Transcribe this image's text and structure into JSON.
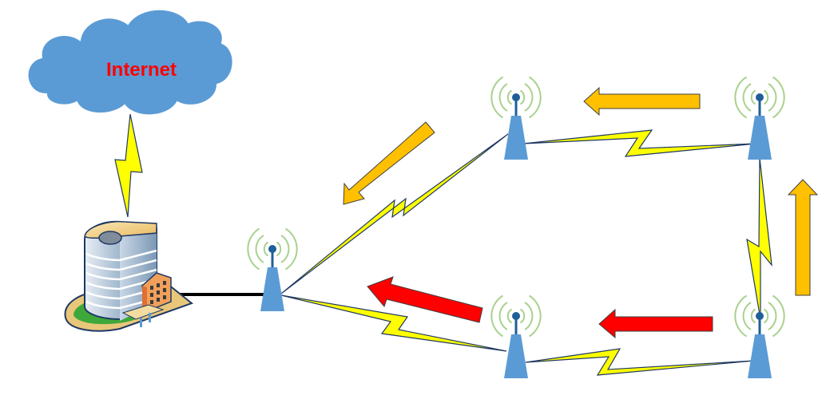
{
  "diagram": {
    "cloud": {
      "label": "Internet",
      "fill": "#5b9bd5",
      "text_color": "#ff0000"
    },
    "nodes": [
      {
        "id": "gateway",
        "kind": "tower"
      },
      {
        "id": "top-middle",
        "kind": "tower"
      },
      {
        "id": "top-right",
        "kind": "tower"
      },
      {
        "id": "bottom-middle",
        "kind": "tower"
      },
      {
        "id": "bottom-right",
        "kind": "tower"
      }
    ],
    "building": {
      "kind": "office-building"
    },
    "links": [
      {
        "from": "cloud",
        "to": "building",
        "type": "wireless"
      },
      {
        "from": "building",
        "to": "gateway",
        "type": "wired"
      },
      {
        "from": "gateway",
        "to": "top-middle",
        "type": "wireless"
      },
      {
        "from": "top-middle",
        "to": "top-right",
        "type": "wireless"
      },
      {
        "from": "top-right",
        "to": "bottom-right",
        "type": "wireless"
      },
      {
        "from": "gateway",
        "to": "bottom-middle",
        "type": "wireless"
      },
      {
        "from": "bottom-middle",
        "to": "bottom-right",
        "type": "wireless"
      }
    ],
    "flow_arrows": [
      {
        "path": "upper",
        "color": "#ffc000",
        "direction": "up"
      },
      {
        "path": "upper",
        "color": "#ffc000",
        "direction": "left"
      },
      {
        "path": "upper",
        "color": "#ffc000",
        "direction": "down-left"
      },
      {
        "path": "lower",
        "color": "#ff0000",
        "direction": "left"
      },
      {
        "path": "lower",
        "color": "#ff0000",
        "direction": "up-left"
      }
    ],
    "colors": {
      "tower": "#5b9bd5",
      "tower_head": "#1f5f99",
      "waves": "#a9d18e",
      "bolt": "#ffff00",
      "bolt_edge": "#1f3864",
      "wired": "#000000"
    }
  }
}
